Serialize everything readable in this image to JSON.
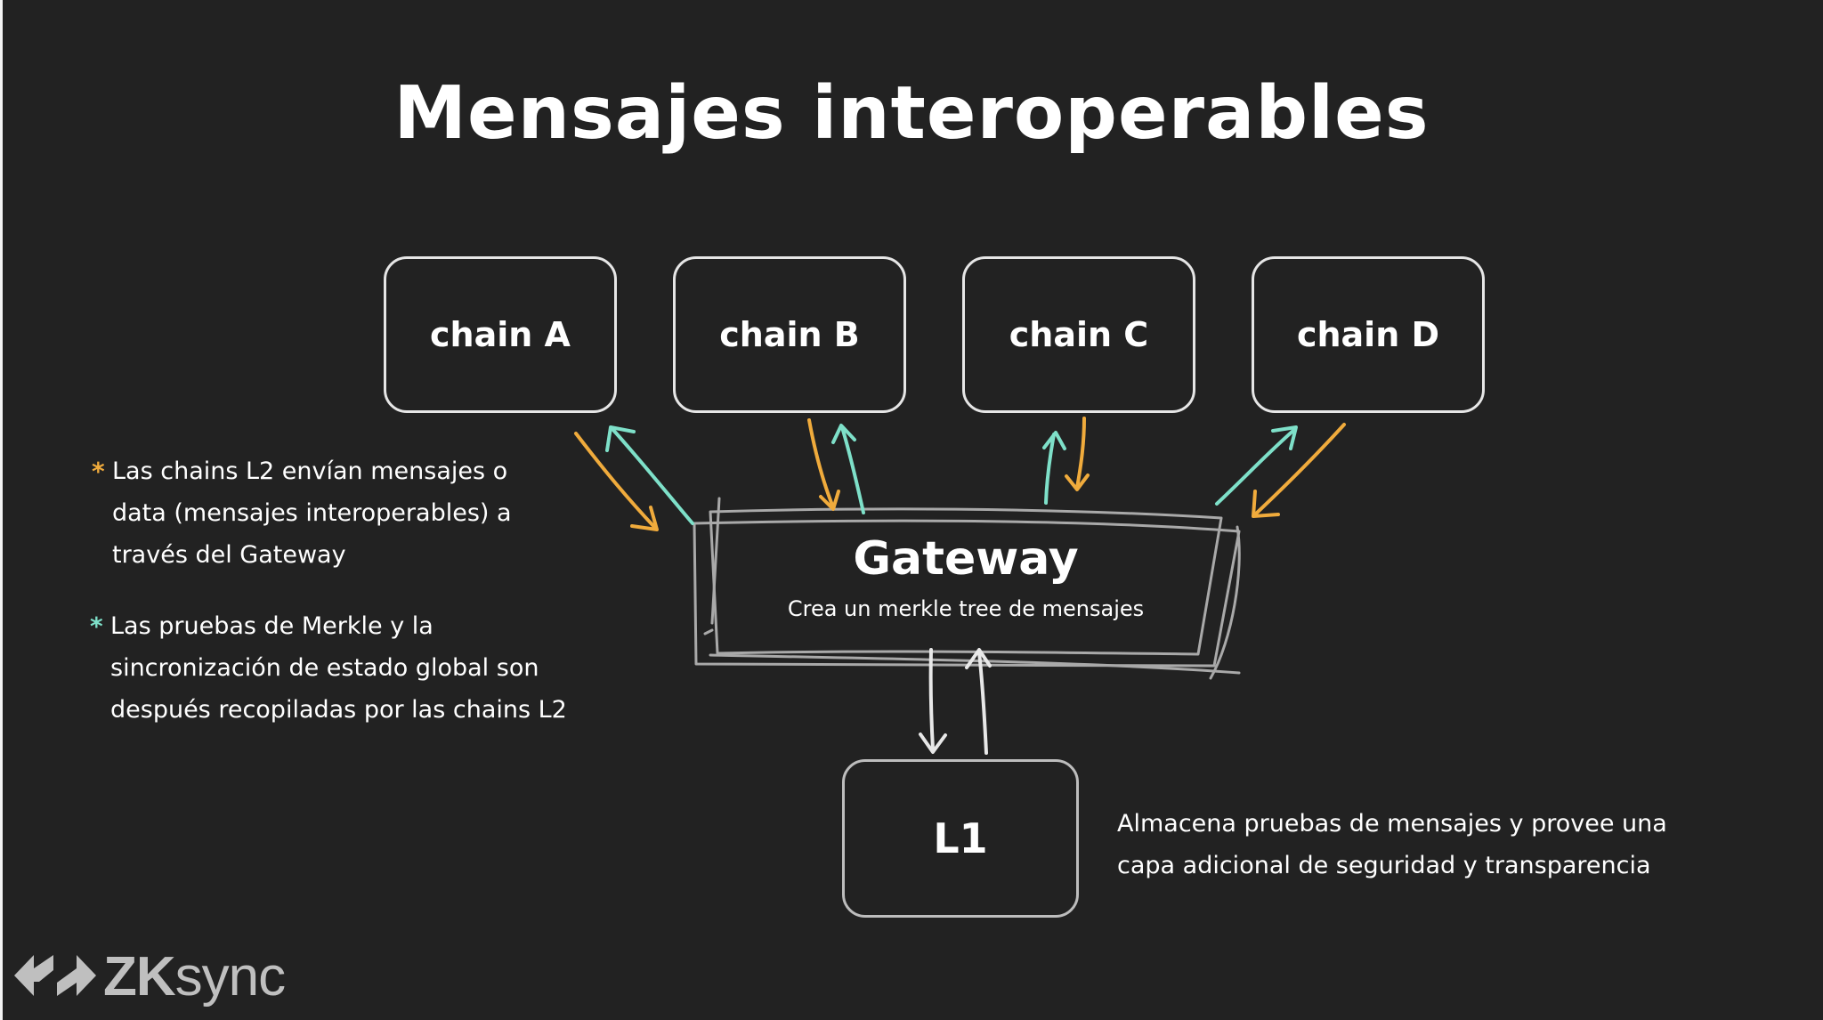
{
  "title": "Mensajes interoperables",
  "chains": [
    {
      "label": "chain A"
    },
    {
      "label": "chain B"
    },
    {
      "label": "chain C"
    },
    {
      "label": "chain D"
    }
  ],
  "gateway": {
    "title": "Gateway",
    "subtitle": "Crea un merkle tree de mensajes"
  },
  "l1": {
    "label": "L1",
    "note": "Almacena pruebas de mensajes y provee una\ncapa adicional de seguridad y transparencia"
  },
  "notes": [
    {
      "star": "*",
      "color": "#f0ab3c",
      "text": "Las chains L2 envían mensajes o\ndata (mensajes interoperables) a\ntravés del Gateway"
    },
    {
      "star": "*",
      "color": "#7ee0c9",
      "text": "Las pruebas de Merkle y la\nsincronización de estado global son\ndespués recopiladas por las chains L2"
    }
  ],
  "logo": {
    "brand_bold": "ZK",
    "brand_light": "sync",
    "icon": "zksync-arrows-icon"
  },
  "colors": {
    "background": "#222222",
    "orange": "#f0ab3c",
    "teal": "#7ee0c9",
    "box_border": "#e6e6e6",
    "gateway_border": "#a9a9a9"
  }
}
